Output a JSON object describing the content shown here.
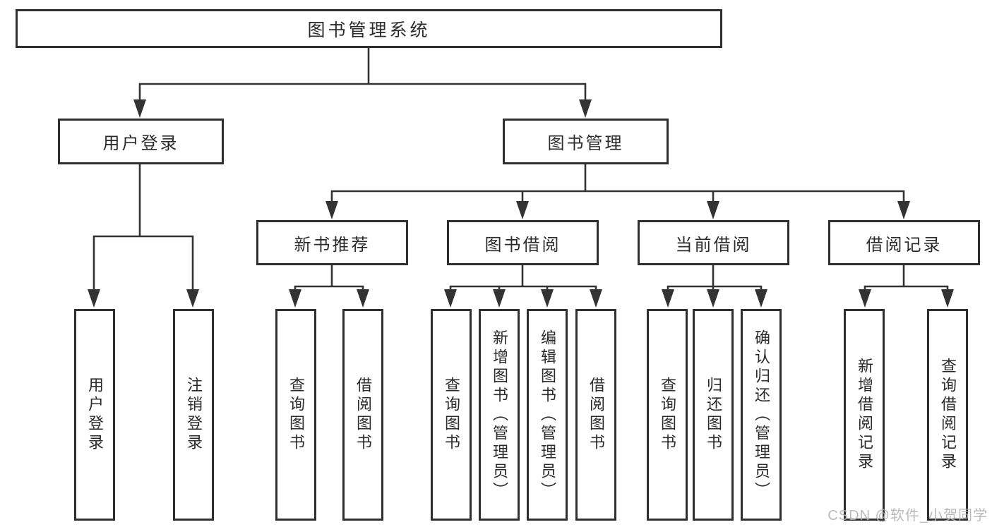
{
  "nodes": {
    "root": "图书管理系统",
    "level2": [
      "用户登录",
      "图书管理"
    ],
    "level3": [
      "新书推荐",
      "图书借阅",
      "当前借阅",
      "借阅记录"
    ],
    "leaves_user": [
      "用户登录",
      "注销登录"
    ],
    "leaves_recommend": [
      "查询图书",
      "借阅图书"
    ],
    "leaves_borrow": [
      "查询图书",
      "新增图书（管理员）",
      "编辑图书（管理员）",
      "借阅图书"
    ],
    "leaves_current": [
      "查询图书",
      "归还图书",
      "确认归还（管理员）"
    ],
    "leaves_records": [
      "新增借阅记录",
      "查询借阅记录"
    ]
  },
  "watermark": {
    "text": "CSDN @软件_小贺同学"
  },
  "colors": {
    "line": "#333333",
    "border": "#2f2f2f",
    "text": "#2b2b2b",
    "watermark": "#b3b3b3",
    "bg": "#ffffff"
  }
}
